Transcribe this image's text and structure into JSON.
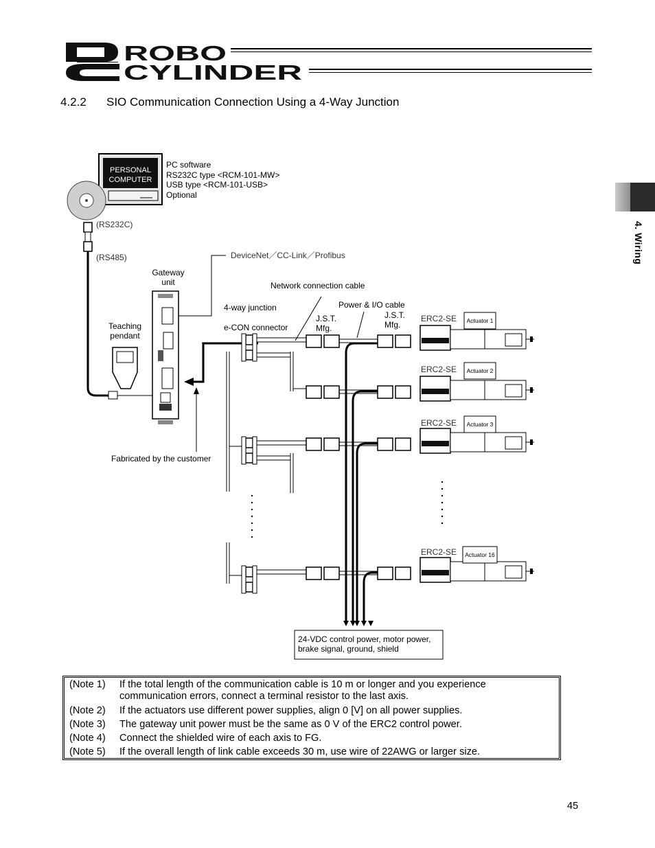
{
  "header": {
    "logo_line1": "ROBO",
    "logo_line2": "CYLINDER",
    "logo_letters": [
      "R",
      "C"
    ]
  },
  "section": {
    "number": "4.2.2",
    "title": "SIO Communication Connection Using a 4-Way Junction"
  },
  "side_tab": {
    "label": "4. Wiring"
  },
  "diagram": {
    "pc_screen": [
      "PERSONAL",
      "COMPUTER"
    ],
    "pc_software": [
      "PC software",
      "RS232C type <RCM-101-MW>",
      "USB type <RCM-101-USB>",
      "Optional"
    ],
    "rs232c": "(RS232C)",
    "rs485": "(RS485)",
    "fieldbus": "DeviceNet／CC-Link／Profibus",
    "gateway_unit": [
      "Gateway",
      "unit"
    ],
    "network_cable": "Network connection cable",
    "four_way_junction": "4-way junction",
    "power_io_cable": "Power & I/O cable",
    "econ_connector": "e-CON connector",
    "jst_left": [
      "J.S.T.",
      "Mfg."
    ],
    "jst_right": [
      "J.S.T.",
      "Mfg."
    ],
    "teaching_pendant": [
      "Teaching",
      "pendant"
    ],
    "fabricated": "Fabricated by the customer",
    "erc_label": "ERC2-SE",
    "actuators": [
      "Actuator 1",
      "Actuator 2",
      "Actuator 3",
      "Actuator 16"
    ],
    "power_note": [
      "24-VDC control power, motor power,",
      "brake signal, ground, shield"
    ]
  },
  "notes": [
    {
      "tag": "(Note 1)",
      "lines": [
        "If the total length of the communication cable is 10 m or longer and you experience",
        "communication errors, connect a terminal resistor to the last axis."
      ]
    },
    {
      "tag": "(Note 2)",
      "lines": [
        "If the actuators use different power supplies, align 0 [V] on all power supplies."
      ]
    },
    {
      "tag": "(Note 3)",
      "lines": [
        "The gateway unit power must be the same as 0 V of the ERC2 control power."
      ]
    },
    {
      "tag": "(Note 4)",
      "lines": [
        "Connect the shielded wire of each axis to FG."
      ]
    },
    {
      "tag": "(Note 5)",
      "lines": [
        "If the overall length of link cable exceeds 30 m, use wire of 22AWG or larger size."
      ]
    }
  ],
  "page_number": "45"
}
